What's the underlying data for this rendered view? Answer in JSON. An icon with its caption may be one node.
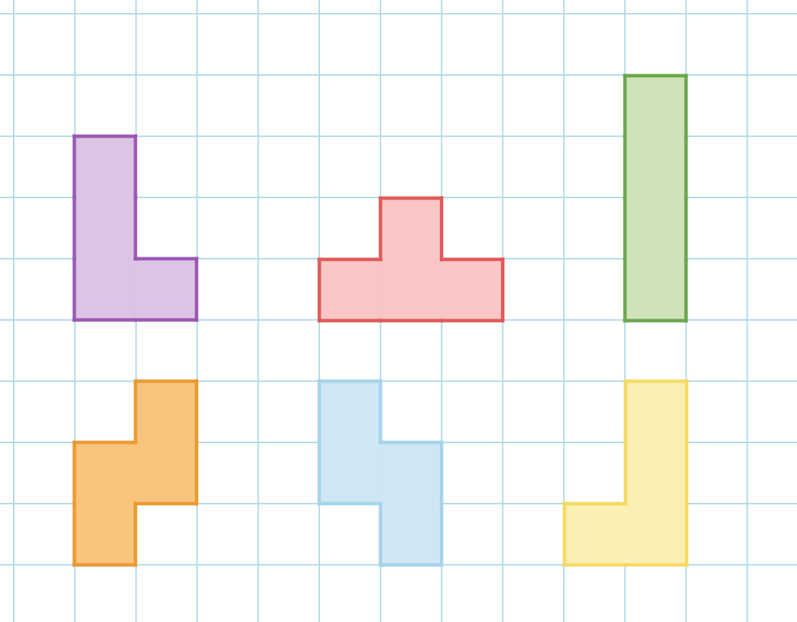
{
  "diagram": {
    "nodes": [
      {
        "text": [],
        "shape": "tetromino"
      },
      {
        "text": [],
        "shape": "tetromino"
      },
      {
        "text": [],
        "shape": "tetromino"
      },
      {
        "text": [],
        "shape": "tetromino"
      },
      {
        "text": [],
        "shape": "tetromino"
      },
      {
        "text": [],
        "shape": "tetromino"
      }
    ]
  }
}
